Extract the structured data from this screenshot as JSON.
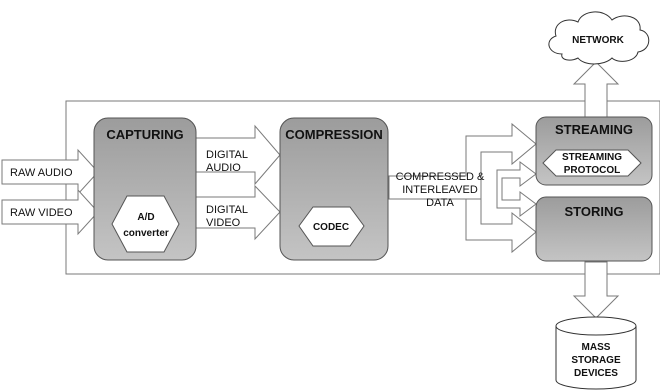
{
  "diagram": {
    "inputs": {
      "raw_audio": "RAW AUDIO",
      "raw_video": "RAW VIDEO"
    },
    "capturing": {
      "title": "CAPTURING",
      "component_line1": "A/D",
      "component_line2": "converter"
    },
    "between": {
      "digital_audio_line1": "DIGITAL",
      "digital_audio_line2": "AUDIO",
      "digital_video_line1": "DIGITAL",
      "digital_video_line2": "VIDEO"
    },
    "compression": {
      "title": "COMPRESSION",
      "component": "CODEC"
    },
    "output_label": {
      "line1": "COMPRESSED &",
      "line2": "INTERLEAVED",
      "line3": "DATA"
    },
    "streaming": {
      "title": "STREAMING",
      "protocol_line1": "STREAMING",
      "protocol_line2": "PROTOCOL"
    },
    "storing": {
      "title": "STORING"
    },
    "network": "NETWORK",
    "mass_storage": {
      "line1": "MASS",
      "line2": "STORAGE",
      "line3": "DEVICES"
    }
  }
}
